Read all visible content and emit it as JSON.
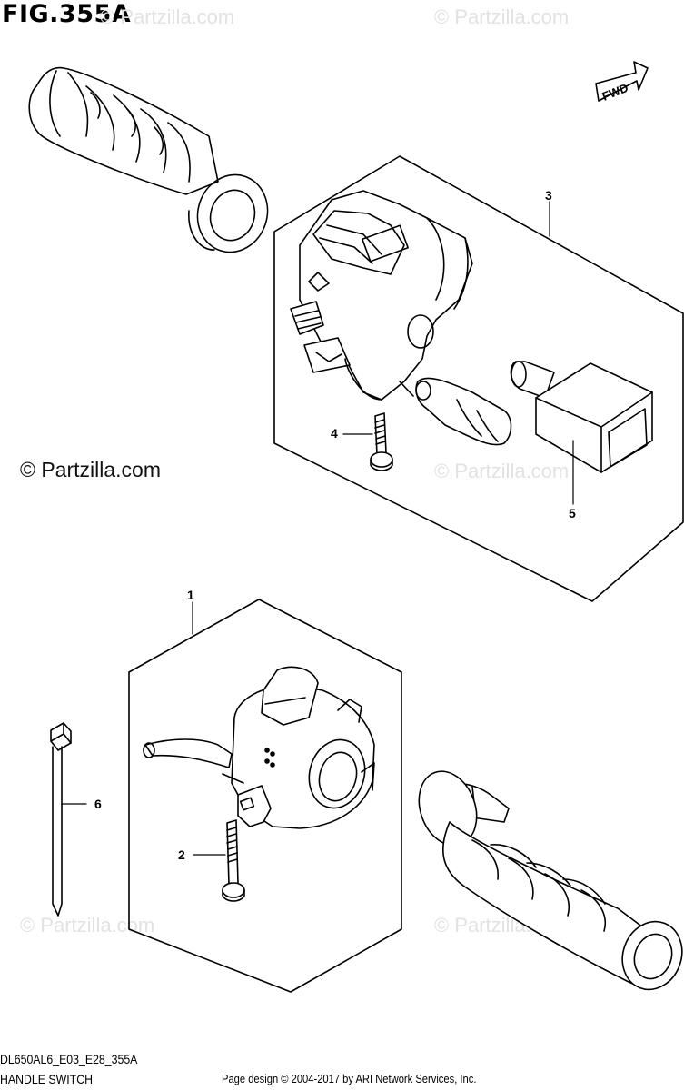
{
  "header": {
    "figure_label": "FIG.355A"
  },
  "watermarks": {
    "main": "© Partzilla.com",
    "faint": "© Partzilla.com"
  },
  "callouts": [
    {
      "id": "part-1",
      "number": "1"
    },
    {
      "id": "part-2",
      "number": "2"
    },
    {
      "id": "part-3",
      "number": "3"
    },
    {
      "id": "part-4",
      "number": "4"
    },
    {
      "id": "part-5",
      "number": "5"
    },
    {
      "id": "part-6",
      "number": "6"
    }
  ],
  "labels": {
    "fwd": "FWD"
  },
  "footer": {
    "diagram_code": "DL650AL6_E03_E28_355A",
    "diagram_name": "HANDLE SWITCH",
    "credit": "Page design © 2004-2017 by ARI Network Services, Inc."
  }
}
